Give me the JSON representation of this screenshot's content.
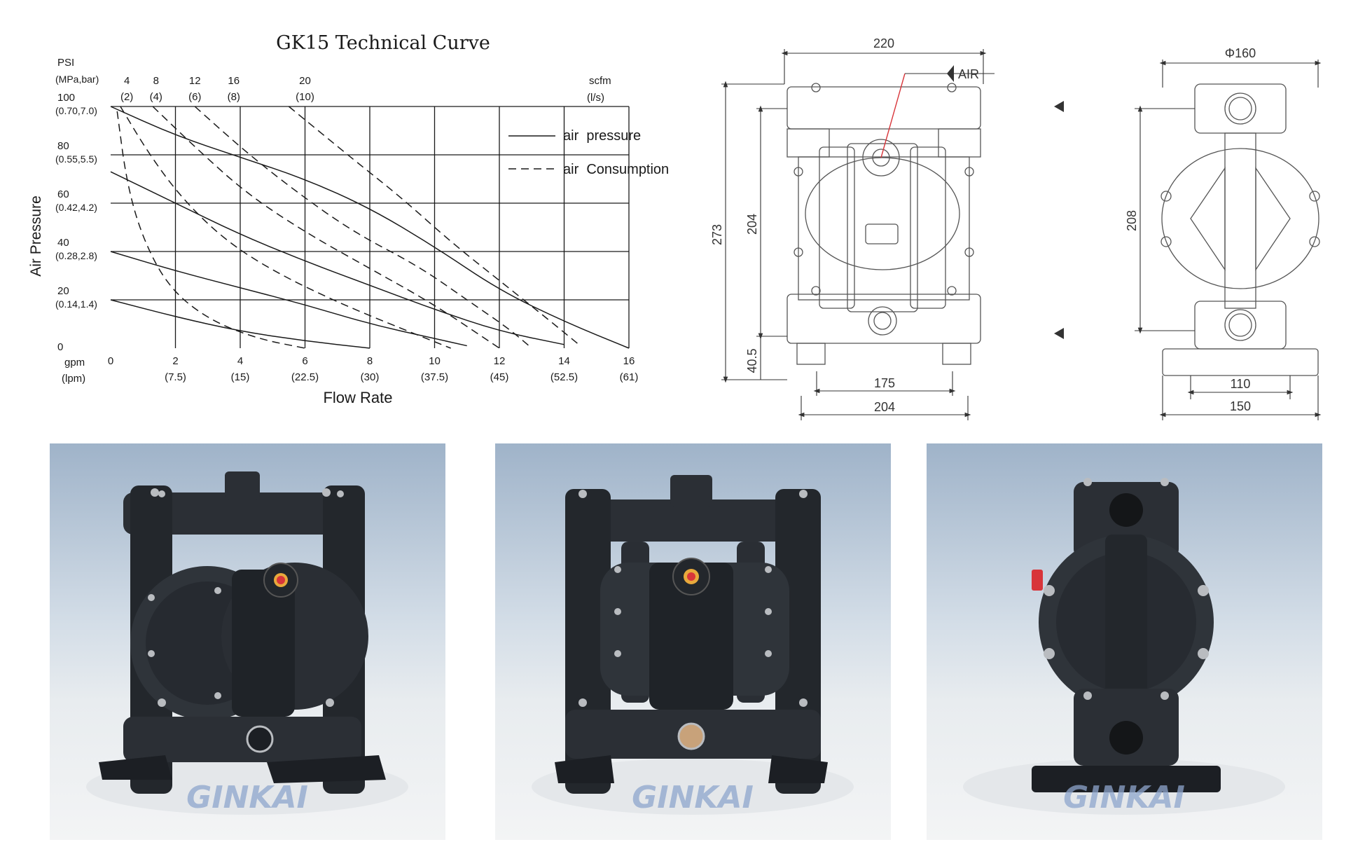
{
  "chart_data": {
    "type": "line",
    "title": "GK15 Technical Curve",
    "ylabel": "Air Pressure",
    "xlabel": "Flow Rate",
    "y_unit_top": "PSI",
    "y_unit_sub": "(MPa,bar)",
    "x_unit_top": "gpm",
    "x_unit_sub": "(lpm)",
    "top_unit": "scfm",
    "top_unit_sub": "(l/s)",
    "xlim": [
      0,
      16
    ],
    "ylim": [
      0,
      100
    ],
    "x_ticks": [
      {
        "value": 0,
        "label": "0",
        "sub": ""
      },
      {
        "value": 2,
        "label": "2",
        "sub": "(7.5)"
      },
      {
        "value": 4,
        "label": "4",
        "sub": "(15)"
      },
      {
        "value": 6,
        "label": "6",
        "sub": "(22.5)"
      },
      {
        "value": 8,
        "label": "8",
        "sub": "(30)"
      },
      {
        "value": 10,
        "label": "10",
        "sub": "(37.5)"
      },
      {
        "value": 12,
        "label": "12",
        "sub": "(45)"
      },
      {
        "value": 14,
        "label": "14",
        "sub": "(52.5)"
      },
      {
        "value": 16,
        "label": "16",
        "sub": "(61)"
      }
    ],
    "y_ticks": [
      {
        "value": 0,
        "label": "0",
        "sub": ""
      },
      {
        "value": 20,
        "label": "20",
        "sub": "(0.14,1.4)"
      },
      {
        "value": 40,
        "label": "40",
        "sub": "(0.28,2.8)"
      },
      {
        "value": 60,
        "label": "60",
        "sub": "(0.42,4.2)"
      },
      {
        "value": 80,
        "label": "80",
        "sub": "(0.55,5.5)"
      },
      {
        "value": 100,
        "label": "100",
        "sub": "(0.70,7.0)"
      }
    ],
    "top_ticks": [
      {
        "value": 0.5,
        "label": "4",
        "sub": "(2)"
      },
      {
        "value": 1.4,
        "label": "8",
        "sub": "(4)"
      },
      {
        "value": 2.6,
        "label": "12",
        "sub": "(6)"
      },
      {
        "value": 3.8,
        "label": "16",
        "sub": "(8)"
      },
      {
        "value": 6.0,
        "label": "20",
        "sub": "(10)"
      }
    ],
    "legend": [
      {
        "label": "air  pressure",
        "style": "solid"
      },
      {
        "label": "air  Consumption",
        "style": "dashed"
      }
    ],
    "legend_position": "top-right",
    "grid": true,
    "series": [
      {
        "style": "solid",
        "points": [
          [
            0,
            100
          ],
          [
            2,
            88
          ],
          [
            4,
            79
          ],
          [
            6,
            70
          ],
          [
            8,
            58
          ],
          [
            10,
            42
          ],
          [
            12,
            24
          ],
          [
            14,
            11
          ],
          [
            16,
            0
          ]
        ]
      },
      {
        "style": "solid",
        "points": [
          [
            0,
            73
          ],
          [
            2,
            60
          ],
          [
            4,
            47
          ],
          [
            6,
            36
          ],
          [
            8,
            26
          ],
          [
            10,
            16
          ],
          [
            12,
            7
          ],
          [
            14,
            1.5
          ]
        ]
      },
      {
        "style": "solid",
        "points": [
          [
            0,
            40
          ],
          [
            2,
            32
          ],
          [
            4,
            25
          ],
          [
            6,
            18
          ],
          [
            8,
            10
          ],
          [
            10,
            4
          ],
          [
            11,
            1
          ]
        ]
      },
      {
        "style": "solid",
        "points": [
          [
            0,
            20
          ],
          [
            2,
            13
          ],
          [
            4,
            7
          ],
          [
            6,
            3
          ],
          [
            8,
            0
          ]
        ]
      },
      {
        "style": "dashed",
        "points": [
          [
            0.2,
            98
          ],
          [
            0.5,
            68
          ],
          [
            1,
            45
          ],
          [
            1.8,
            25
          ],
          [
            3,
            12
          ],
          [
            4.5,
            4
          ],
          [
            6,
            0
          ]
        ]
      },
      {
        "style": "dashed",
        "points": [
          [
            0.3,
            100
          ],
          [
            1.2,
            80
          ],
          [
            2.2,
            62
          ],
          [
            3.5,
            45
          ],
          [
            5,
            32
          ],
          [
            7,
            19
          ],
          [
            9,
            8
          ],
          [
            10.5,
            0
          ]
        ]
      },
      {
        "style": "dashed",
        "points": [
          [
            1.3,
            100
          ],
          [
            2.7,
            82
          ],
          [
            4.2,
            64
          ],
          [
            6,
            48
          ],
          [
            8,
            33
          ],
          [
            10,
            18
          ],
          [
            12,
            0
          ]
        ]
      },
      {
        "style": "dashed",
        "points": [
          [
            2.6,
            100
          ],
          [
            4.1,
            82
          ],
          [
            5.7,
            65
          ],
          [
            7.5,
            48
          ],
          [
            9.5,
            34
          ],
          [
            11,
            20
          ],
          [
            12.3,
            8
          ],
          [
            13,
            0
          ]
        ]
      },
      {
        "style": "dashed",
        "points": [
          [
            5.5,
            100
          ],
          [
            7.5,
            78
          ],
          [
            9,
            62
          ],
          [
            10.5,
            44
          ],
          [
            12,
            28
          ],
          [
            13.5,
            12
          ],
          [
            14.5,
            1
          ]
        ]
      }
    ]
  },
  "drawing": {
    "dims": {
      "top_width": "220",
      "side_height": "273",
      "inner_height": "204",
      "foot_height": "40.5",
      "base_inner": "175",
      "base_outer": "204",
      "side_diameter": "Φ160",
      "side_height2": "208",
      "side_base_inner": "110",
      "side_base_outer": "150"
    },
    "air_label": "AIR"
  },
  "photos": [
    {
      "brand": "GINKAI"
    },
    {
      "brand": "GINKAI"
    },
    {
      "brand": "GINKAI"
    }
  ],
  "colors": {
    "pump_body": "#2b2f35",
    "pump_dark": "#1c1f24",
    "valve_red": "#d8353a",
    "valve_yellow": "#e8a93c",
    "bolt": "#b9bcc0",
    "brand": "#8ea6cc"
  }
}
